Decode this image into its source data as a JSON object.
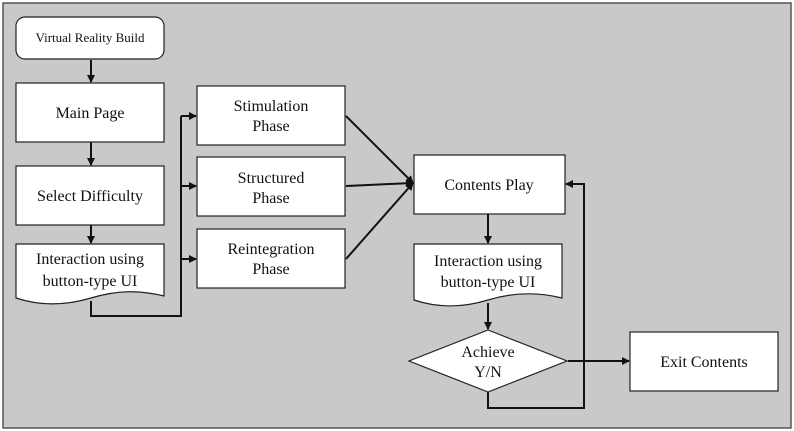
{
  "diagram": {
    "background_color": "#c9c9c9",
    "border_color": "#555555",
    "nodes": {
      "vr_build": "Virtual Reality Build",
      "main_page": "Main Page",
      "select_difficulty": "Select Difficulty",
      "interaction_left": [
        "Interaction using",
        "button-type UI"
      ],
      "stimulation": [
        "Stimulation",
        "Phase"
      ],
      "structured": [
        "Structured",
        "Phase"
      ],
      "reintegration": [
        "Reintegration",
        "Phase"
      ],
      "contents_play": "Contents Play",
      "interaction_right": [
        "Interaction using",
        "button-type UI"
      ],
      "achieve": [
        "Achieve",
        "Y/N"
      ],
      "exit_contents": "Exit Contents"
    }
  }
}
